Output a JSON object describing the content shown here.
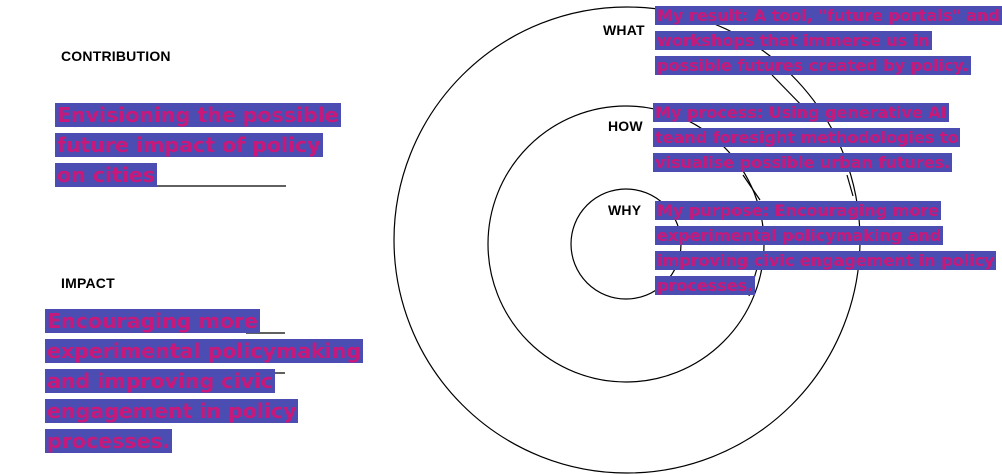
{
  "contribution": {
    "heading": "CONTRIBUTION",
    "text": "Envisioning the possible future impact of policy on cities"
  },
  "impact": {
    "heading": "IMPACT",
    "text": "Encouraging more experimental policymaking and improving civic engagement in policy processes."
  },
  "circles": {
    "what": {
      "label": "WHAT",
      "text": "My result: A tool, \"future portals\" and workshops that immerse us in possible futures created by policy."
    },
    "how": {
      "label": "HOW",
      "text": "My process: Using generative AI teand foresight methodologies to visualise possible urban futures."
    },
    "why": {
      "label": "WHY",
      "text": "My purpose: Encouraging more experimental policymaking and improving civic engagement in policy processes."
    }
  },
  "colors": {
    "highlight_bg": "#4b4db2",
    "highlight_text": "#c8197a",
    "line": "#000000"
  }
}
